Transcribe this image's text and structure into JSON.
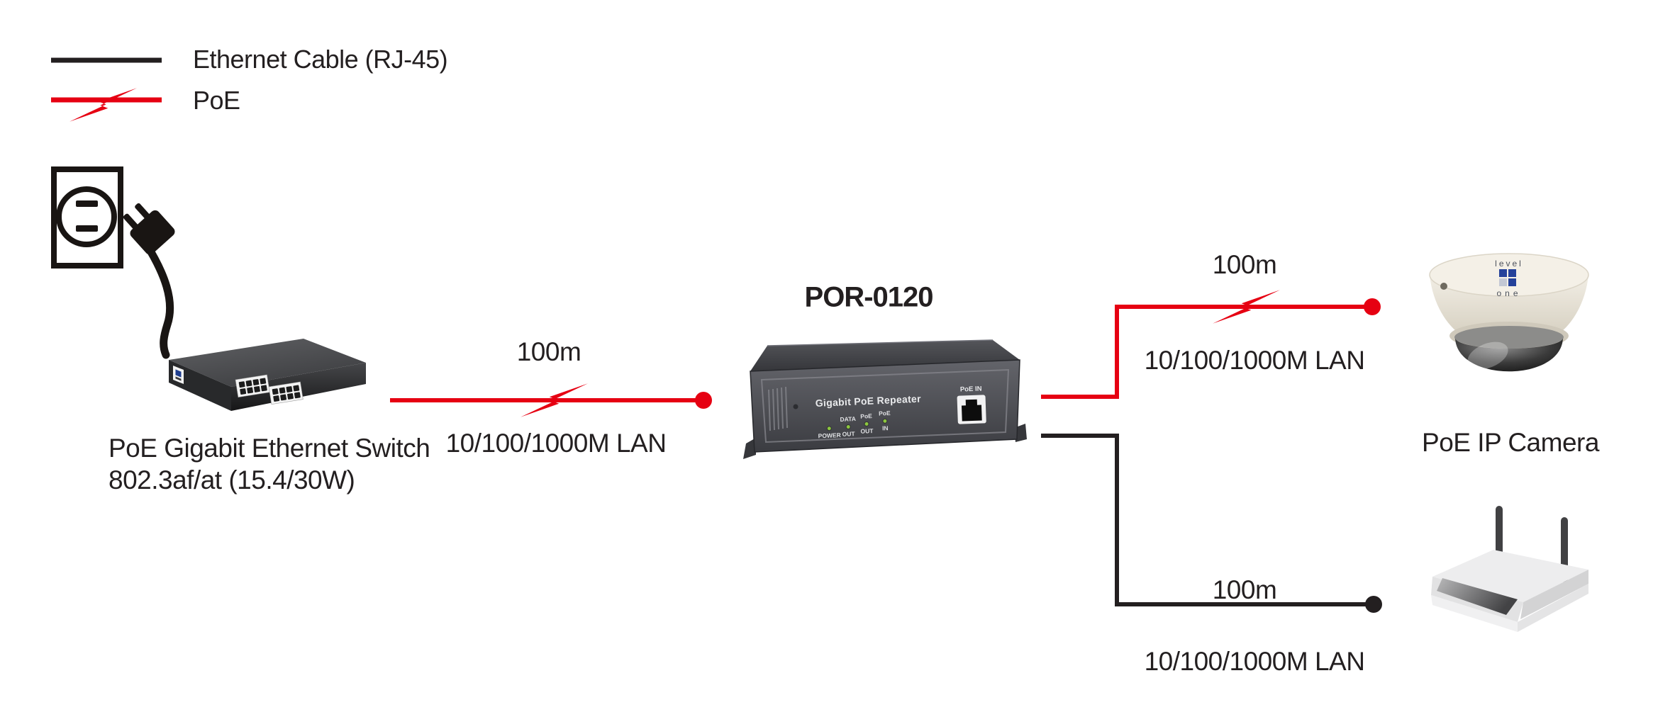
{
  "legend": {
    "ethernet": {
      "label": "Ethernet Cable (RJ-45)"
    },
    "poe": {
      "label": "PoE"
    }
  },
  "switch": {
    "name_line1": "PoE Gigabit Ethernet Switch",
    "name_line2": "802.3af/at (15.4/30W)"
  },
  "repeater": {
    "model": "POR-0120",
    "front_label": "Gigabit PoE Repeater",
    "port_label": "PoE IN",
    "leds": {
      "col1_bottom": "POWER",
      "col2_top": "DATA",
      "col2_bottom": "OUT",
      "col3_top": "PoE",
      "col3_bottom": "OUT",
      "col4_top": "PoE",
      "col4_bottom": "IN"
    }
  },
  "camera": {
    "label": "PoE IP Camera",
    "logo_top": "level",
    "logo_bottom": "one"
  },
  "connections": {
    "switch_to_repeater": {
      "type": "poe",
      "distance": "100m",
      "speed": "10/100/1000M LAN"
    },
    "repeater_to_camera": {
      "type": "poe",
      "distance": "100m",
      "speed": "10/100/1000M LAN"
    },
    "repeater_to_ap": {
      "type": "ethernet",
      "distance": "100m",
      "speed": "10/100/1000M LAN"
    }
  },
  "colors": {
    "poe_red": "#e60012",
    "ink": "#231f20"
  }
}
